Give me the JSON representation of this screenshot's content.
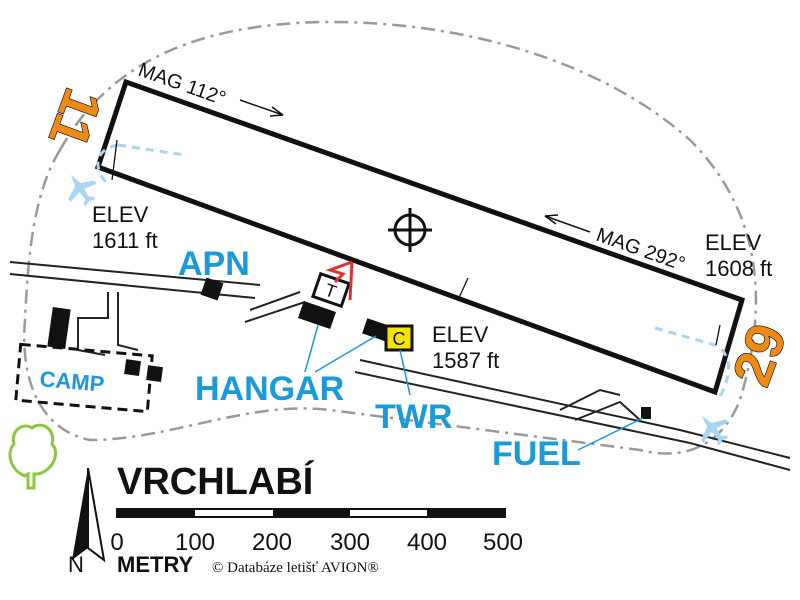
{
  "map": {
    "title": "VRCHLABÍ",
    "units_label": "METRY",
    "copyright": "© Databáze letišť AVION®",
    "north_label": "N",
    "scale_ticks": [
      "0",
      "100",
      "200",
      "300",
      "400",
      "500"
    ],
    "colors": {
      "runway_outline": "#111111",
      "label_blue": "#1a9ad9",
      "runway_number": "#ef8a17",
      "windsock": "#e03030",
      "tower_marker": "#f5e400",
      "tree": "#8cc63f",
      "aircraft_icon": "#a8d6f2"
    }
  },
  "runway": {
    "mag_heading_east": "MAG 112°",
    "mag_heading_west": "MAG 292°",
    "rwy_number_west": "11",
    "rwy_number_east": "29",
    "elev_west_label": "ELEV",
    "elev_west_value": "1611 ft",
    "elev_east_label": "ELEV",
    "elev_east_value": "1608 ft",
    "elev_center_label": "ELEV",
    "elev_center_value": "1587 ft"
  },
  "labels": {
    "apron": "APN",
    "hangar": "HANGAR",
    "tower": "TWR",
    "fuel": "FUEL",
    "camp": "CAMP",
    "tower_marker_letter": "C",
    "landing_t": "T"
  }
}
